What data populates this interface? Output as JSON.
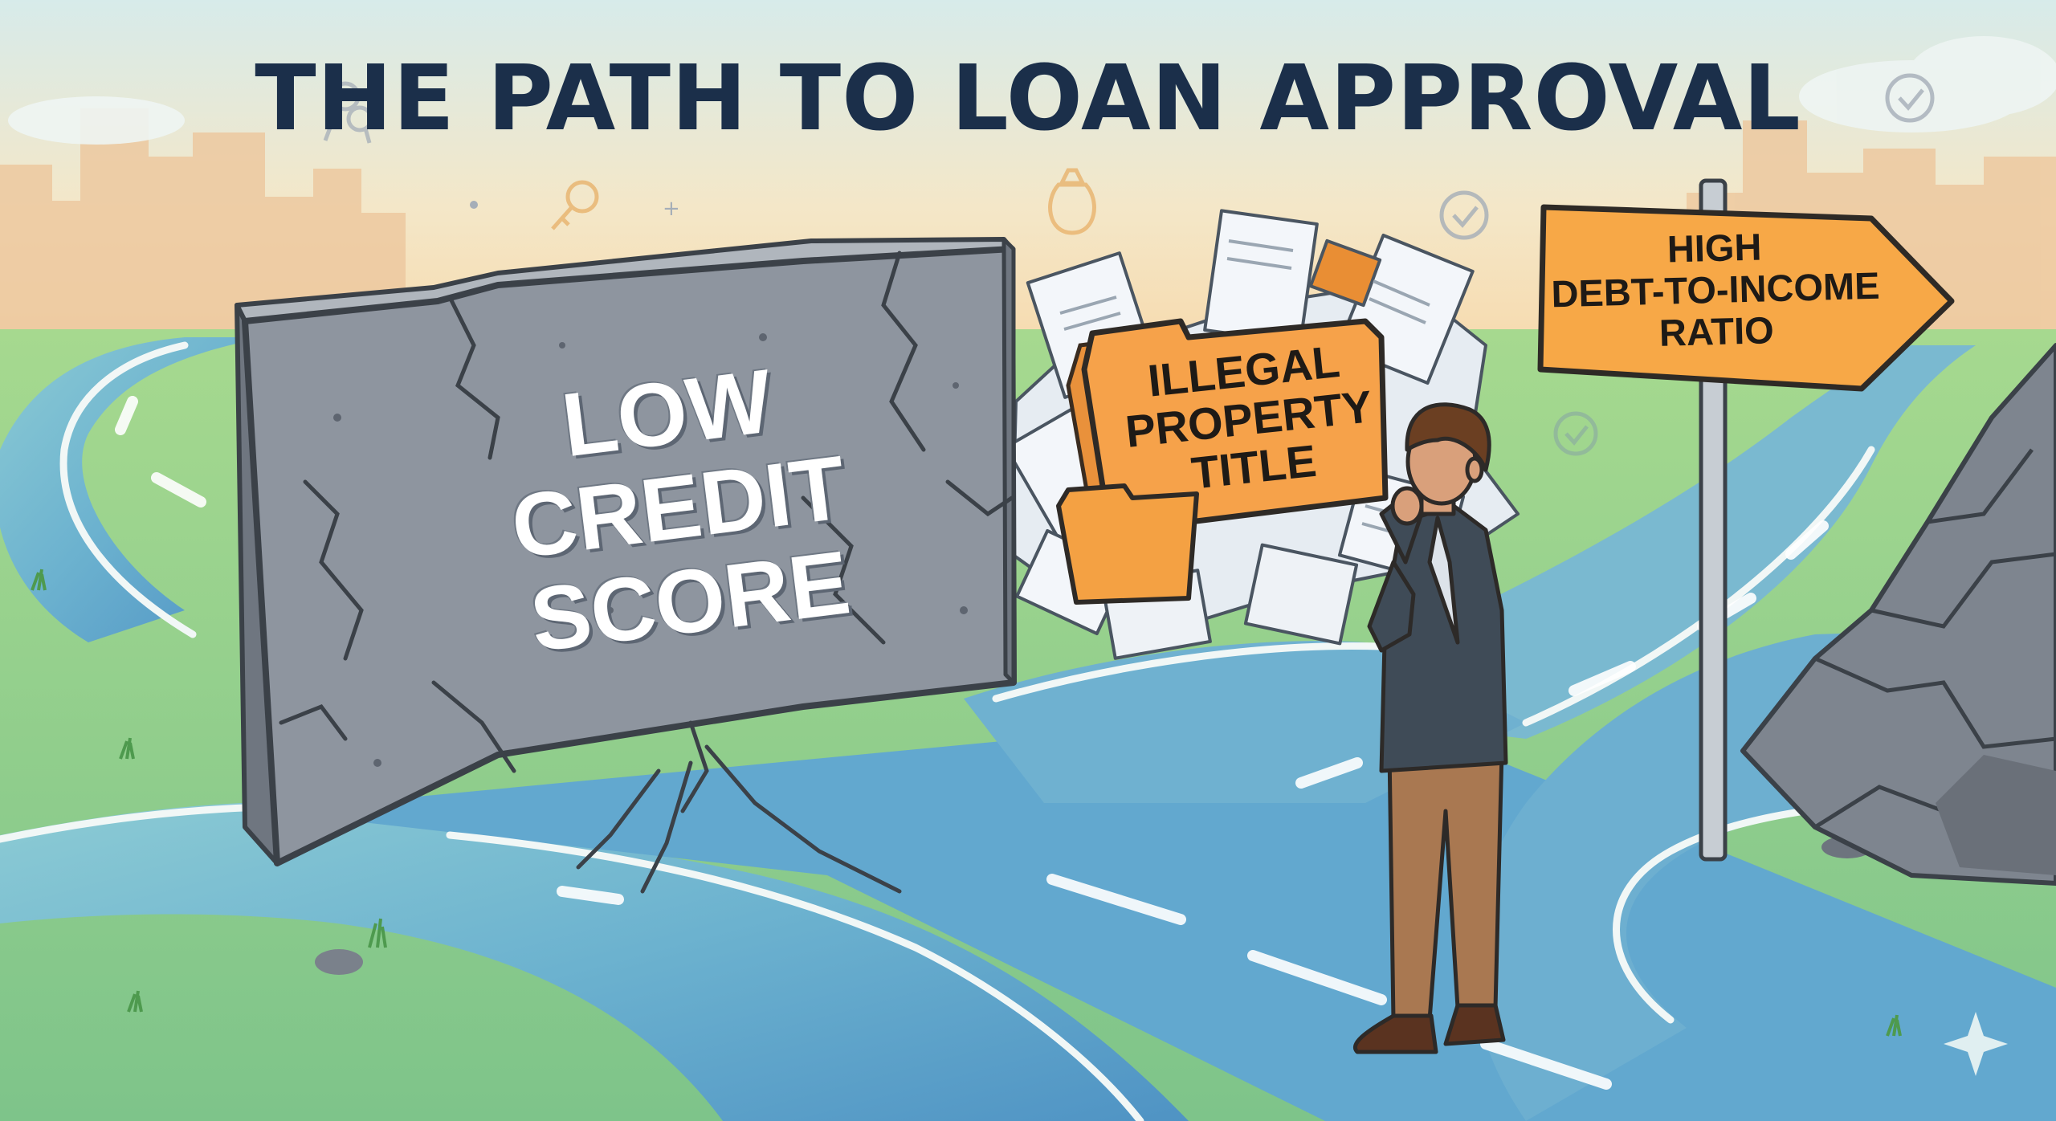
{
  "title": "THE PATH TO LOAN APPROVAL",
  "obstacles": {
    "wall_label": "LOW CREDIT SCORE",
    "wall_lines": [
      "LOW",
      "CREDIT",
      "SCORE"
    ],
    "folder_label": "ILLEGAL PROPERTY TITLE",
    "folder_lines": [
      "ILLEGAL",
      "PROPERTY",
      "TITLE"
    ],
    "sign_label": "HIGH DEBT-TO-INCOME RATIO",
    "sign_lines": [
      "HIGH",
      "DEBT-TO-INCOME",
      "RATIO"
    ]
  },
  "icons": [
    "keys-icon",
    "key-icon",
    "money-bag-icon",
    "check-circle-icon",
    "sparkle-icon"
  ],
  "colors": {
    "title": "#1b2f4a",
    "wall": "#8e959f",
    "folder_orange": "#f6a24a",
    "sign_orange": "#f7a847",
    "road": "#5e9fc9",
    "grass": "#8fcf8a",
    "sky_top": "#d9ecec",
    "sky_bottom": "#f7ddb2"
  }
}
